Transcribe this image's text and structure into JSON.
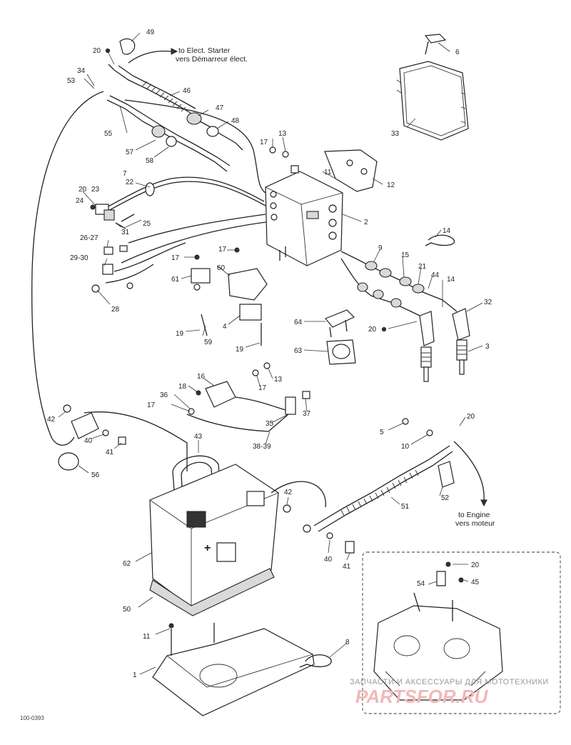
{
  "notes": {
    "to_starter_en": "to Elect. Starter",
    "to_starter_fr": "vers Démarreur élect.",
    "to_engine_en": "to Engine",
    "to_engine_fr": "vers moteur"
  },
  "watermark": {
    "line1": "ЗАПЧАСТИ И АКСЕССУАРЫ ДЛЯ МОТОТЕХНИКИ",
    "line2": "PARTSFOR.RU"
  },
  "drawing_code": "100-0393",
  "labels": {
    "l1": "1",
    "l2": "2",
    "l3": "3",
    "l4": "4",
    "l5": "5",
    "l6": "6",
    "l7": "7",
    "l8": "8",
    "l9": "9",
    "l10": "10",
    "l11": "11",
    "l11b": "11",
    "l12": "12",
    "l13": "13",
    "l13b": "13",
    "l14": "14",
    "l14b": "14",
    "l15": "15",
    "l16": "16",
    "l17": "17",
    "l17b": "17",
    "l17c": "17",
    "l17d": "17",
    "l17e": "17",
    "l18": "18",
    "l19": "19",
    "l19b": "19",
    "l20": "20",
    "l20b": "20",
    "l20c": "20",
    "l20d": "20",
    "l20e": "20",
    "l21": "21",
    "l22": "22",
    "l23": "23",
    "l24": "24",
    "l25": "25",
    "l26_27": "26-27",
    "l28": "28",
    "l29_30": "29-30",
    "l31": "31",
    "l32": "32",
    "l33": "33",
    "l34": "34",
    "l35": "35",
    "l36": "36",
    "l37": "37",
    "l38_39": "38-39",
    "l40": "40",
    "l40b": "40",
    "l41": "41",
    "l41b": "41",
    "l42": "42",
    "l42b": "42",
    "l43": "43",
    "l44": "44",
    "l45": "45",
    "l46": "46",
    "l47": "47",
    "l48": "48",
    "l49": "49",
    "l50": "50",
    "l51": "51",
    "l52": "52",
    "l53": "53",
    "l54": "54",
    "l55": "55",
    "l56": "56",
    "l57": "57",
    "l58": "58",
    "l59": "59",
    "l60": "60",
    "l61": "61",
    "l62": "62",
    "l63": "63",
    "l64": "64"
  }
}
